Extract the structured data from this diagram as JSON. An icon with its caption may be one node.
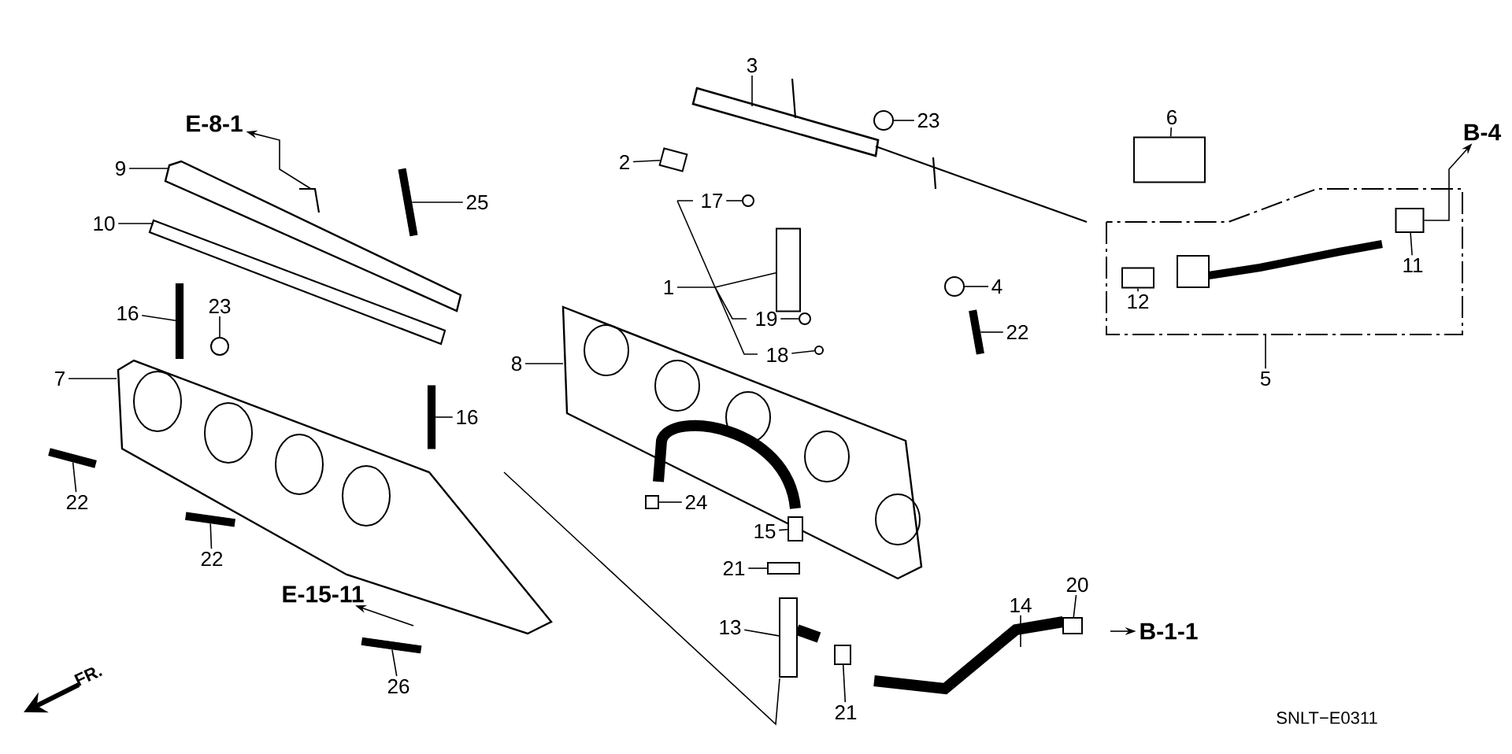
{
  "diagram": {
    "nodes": [
      {
        "text": [
          "E-8-1"
        ]
      },
      {
        "text": [
          "3"
        ]
      },
      {
        "text": [
          "9"
        ]
      },
      {
        "text": [
          "2"
        ]
      },
      {
        "text": [
          "23"
        ]
      },
      {
        "text": [
          "6"
        ]
      },
      {
        "text": [
          "B-4"
        ]
      },
      {
        "text": [
          "25"
        ]
      },
      {
        "text": [
          "10"
        ]
      },
      {
        "text": [
          "17"
        ]
      },
      {
        "text": [
          "11"
        ]
      },
      {
        "text": [
          "1"
        ]
      },
      {
        "text": [
          "12"
        ]
      },
      {
        "text": [
          "4"
        ]
      },
      {
        "text": [
          "16"
        ]
      },
      {
        "text": [
          "23"
        ]
      },
      {
        "text": [
          "22"
        ]
      },
      {
        "text": [
          "19"
        ]
      },
      {
        "text": [
          "18"
        ]
      },
      {
        "text": [
          "5"
        ]
      },
      {
        "text": [
          "7"
        ]
      },
      {
        "text": [
          "8"
        ]
      },
      {
        "text": [
          "16"
        ]
      },
      {
        "text": [
          "22"
        ]
      },
      {
        "text": [
          "24"
        ]
      },
      {
        "text": [
          "15"
        ]
      },
      {
        "text": [
          "22"
        ]
      },
      {
        "text": [
          "21"
        ]
      },
      {
        "text": [
          "E-15-11"
        ]
      },
      {
        "text": [
          "20"
        ]
      },
      {
        "text": [
          "14"
        ]
      },
      {
        "text": [
          "13"
        ]
      },
      {
        "text": [
          "B-1-1"
        ]
      },
      {
        "text": [
          "26"
        ]
      },
      {
        "text": [
          "21"
        ]
      },
      {
        "text": [],
        "shape": "bar"
      },
      {
        "text": [],
        "shape": "bar"
      },
      {
        "text": [],
        "shape": "bar"
      },
      {
        "text": [],
        "shape": "circle"
      },
      {
        "text": [],
        "shape": "bar"
      },
      {
        "text": [],
        "shape": "bar"
      },
      {
        "text": [],
        "shape": "bar"
      },
      {
        "text": [],
        "shape": "box"
      },
      {
        "text": [],
        "shape": "box"
      },
      {
        "text": [],
        "shape": "circle"
      },
      {
        "text": [],
        "shape": "box"
      },
      {
        "text": [],
        "shape": "box"
      },
      {
        "text": [],
        "shape": "box"
      },
      {
        "text": [],
        "shape": "box"
      },
      {
        "text": [],
        "shape": "circle"
      },
      {
        "text": [],
        "shape": "circle"
      },
      {
        "text": [],
        "shape": "box"
      },
      {
        "text": [],
        "shape": "circle"
      },
      {
        "text": [],
        "shape": "circle"
      },
      {
        "text": [],
        "shape": "bar"
      },
      {
        "text": [],
        "shape": "box"
      },
      {
        "text": [],
        "shape": "box"
      },
      {
        "text": [],
        "shape": "box"
      },
      {
        "text": [],
        "shape": "box"
      }
    ],
    "edges": [
      {
        "from": null,
        "to": 0,
        "arrow": "to"
      },
      {
        "from": 1,
        "to": null,
        "arrow": "none"
      },
      {
        "from": 2,
        "to": null,
        "arrow": "none"
      },
      {
        "from": 3,
        "to": 43,
        "arrow": "none"
      },
      {
        "from": 4,
        "to": 52,
        "arrow": "none"
      },
      {
        "from": 5,
        "to": 57,
        "arrow": "none"
      },
      {
        "from": 58,
        "to": 6,
        "arrow": "to"
      },
      {
        "from": 7,
        "to": 40,
        "arrow": "none"
      },
      {
        "from": 8,
        "to": null,
        "arrow": "none"
      },
      {
        "from": 9,
        "to": 44,
        "arrow": "none"
      },
      {
        "from": 10,
        "to": 58,
        "arrow": "none"
      },
      {
        "from": 11,
        "to": 46,
        "arrow": "none"
      },
      {
        "from": 12,
        "to": 56,
        "arrow": "none"
      },
      {
        "from": 13,
        "to": 53,
        "arrow": "none"
      },
      {
        "from": 14,
        "to": 36,
        "arrow": "none"
      },
      {
        "from": 15,
        "to": 38,
        "arrow": "none"
      },
      {
        "from": 16,
        "to": 54,
        "arrow": "none"
      },
      {
        "from": 17,
        "to": 49,
        "arrow": "none"
      },
      {
        "from": 18,
        "to": 50,
        "arrow": "none"
      },
      {
        "from": 19,
        "to": null,
        "arrow": "none"
      },
      {
        "from": 20,
        "to": null,
        "arrow": "none"
      },
      {
        "from": 21,
        "to": null,
        "arrow": "none"
      },
      {
        "from": 22,
        "to": 41,
        "arrow": "none"
      },
      {
        "from": 23,
        "to": 35,
        "arrow": "none"
      },
      {
        "from": 24,
        "to": 42,
        "arrow": "none"
      },
      {
        "from": 25,
        "to": 48,
        "arrow": "none"
      },
      {
        "from": 26,
        "to": 37,
        "arrow": "none"
      },
      {
        "from": 27,
        "to": 45,
        "arrow": "none"
      },
      {
        "from": null,
        "to": 28,
        "arrow": "to"
      },
      {
        "from": 29,
        "to": 55,
        "arrow": "none"
      },
      {
        "from": 30,
        "to": null,
        "arrow": "none"
      },
      {
        "from": 31,
        "to": 47,
        "arrow": "none"
      },
      {
        "from": null,
        "to": 32,
        "arrow": "to"
      },
      {
        "from": 33,
        "to": 39,
        "arrow": "none"
      },
      {
        "from": 34,
        "to": 51,
        "arrow": "none"
      }
    ],
    "labels": [
      "FR.",
      "SNLT−E0311"
    ]
  }
}
